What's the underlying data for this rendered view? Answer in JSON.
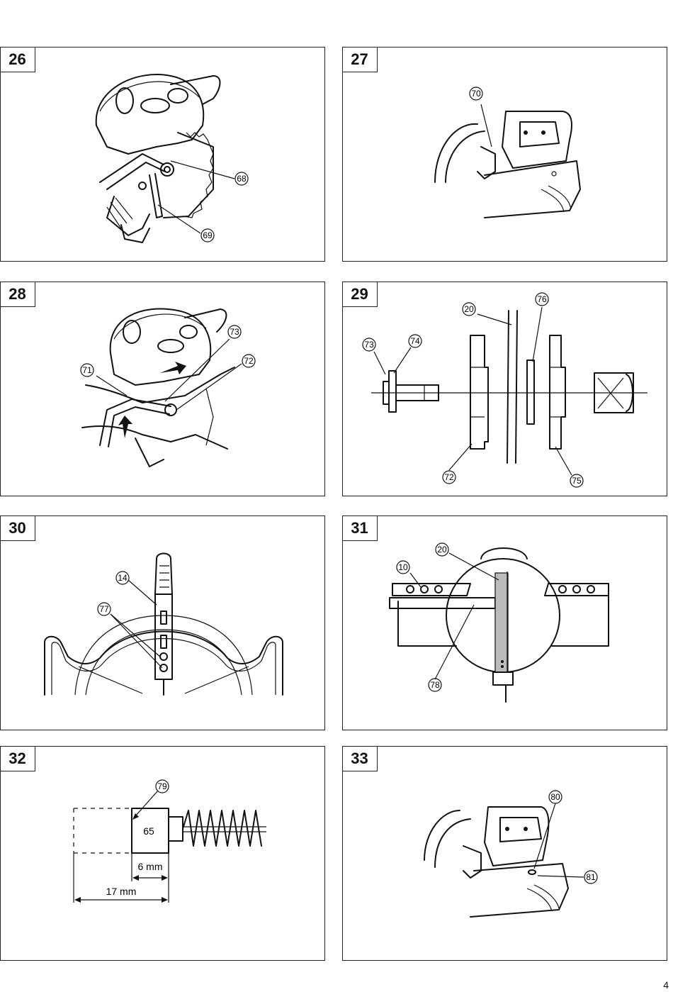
{
  "figures": [
    {
      "number": "26",
      "callouts": [
        "68",
        "69"
      ]
    },
    {
      "number": "27",
      "callouts": [
        "70"
      ]
    },
    {
      "number": "28",
      "callouts": [
        "73",
        "72",
        "71"
      ]
    },
    {
      "number": "29",
      "callouts": [
        "20",
        "76",
        "73",
        "74",
        "72",
        "75"
      ]
    },
    {
      "number": "30",
      "callouts": [
        "14",
        "77"
      ]
    },
    {
      "number": "31",
      "callouts": [
        "20",
        "10",
        "78"
      ]
    },
    {
      "number": "32",
      "callouts": [
        "79"
      ],
      "brush_label": "65",
      "dim_short": "6 mm",
      "dim_long": "17 mm"
    },
    {
      "number": "33",
      "callouts": [
        "80",
        "81"
      ]
    }
  ],
  "page_number": "4"
}
